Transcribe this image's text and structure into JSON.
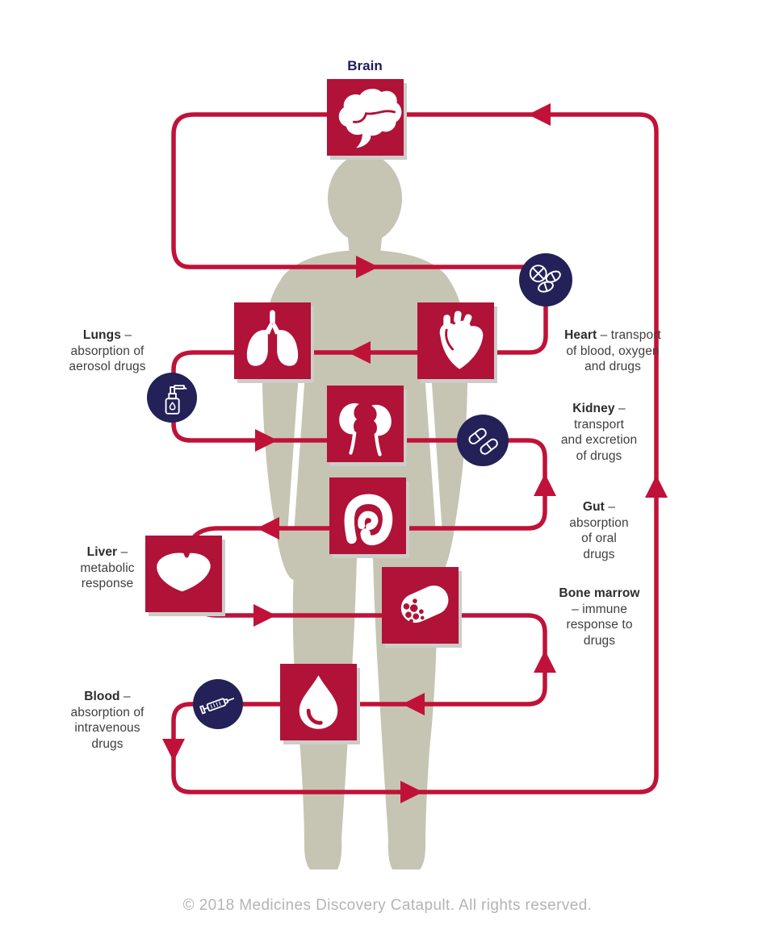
{
  "organ_labels": {
    "brain": {
      "bold": "Brain"
    },
    "lungs": {
      "bold": "Lungs",
      "after_bold": " –",
      "lines": [
        "absorption of",
        "aerosol drugs"
      ]
    },
    "heart": {
      "bold": "Heart",
      "after_bold": " – transport",
      "lines": [
        "of blood, oxygen",
        "and drugs"
      ]
    },
    "kidney": {
      "bold": "Kidney",
      "after_bold": " –",
      "lines": [
        "transport",
        "and excretion",
        "of drugs"
      ]
    },
    "gut": {
      "bold": "Gut",
      "after_bold": " –",
      "lines": [
        "absorption",
        "of oral",
        "drugs"
      ]
    },
    "liver": {
      "bold": "Liver",
      "after_bold": " –",
      "lines": [
        "metabolic",
        "response"
      ]
    },
    "bone_marrow": {
      "bold": "Bone marrow",
      "after_bold": "",
      "lines": [
        "– immune",
        "response to",
        "drugs"
      ]
    },
    "blood": {
      "bold": "Blood",
      "after_bold": " –",
      "lines": [
        "absorption of",
        "intravenous",
        "drugs"
      ]
    }
  },
  "icons": {
    "brain": "brain-icon",
    "lungs": "lungs-icon",
    "heart": "heart-icon",
    "kidney": "kidneys-icon",
    "gut": "intestine-icon",
    "liver": "liver-icon",
    "bone_marrow": "bone-cross-section-icon",
    "blood": "blood-drop-icon",
    "tablets": "tablets-icon",
    "aerosol": "spray-bottle-icon",
    "capsules": "capsules-icon",
    "syringe": "syringe-icon"
  },
  "footer": {
    "copyright": "© 2018 Medicines Discovery Catapult. All rights reserved."
  },
  "colors": {
    "tile_red": "#b11237",
    "line_red": "#c01238",
    "navy": "#232158",
    "body_silhouette": "#c6c4b3",
    "label_text": "#3e3e3c",
    "brain_label_navy": "#1e1d5a",
    "footer_gray": "#b4b4b4"
  }
}
